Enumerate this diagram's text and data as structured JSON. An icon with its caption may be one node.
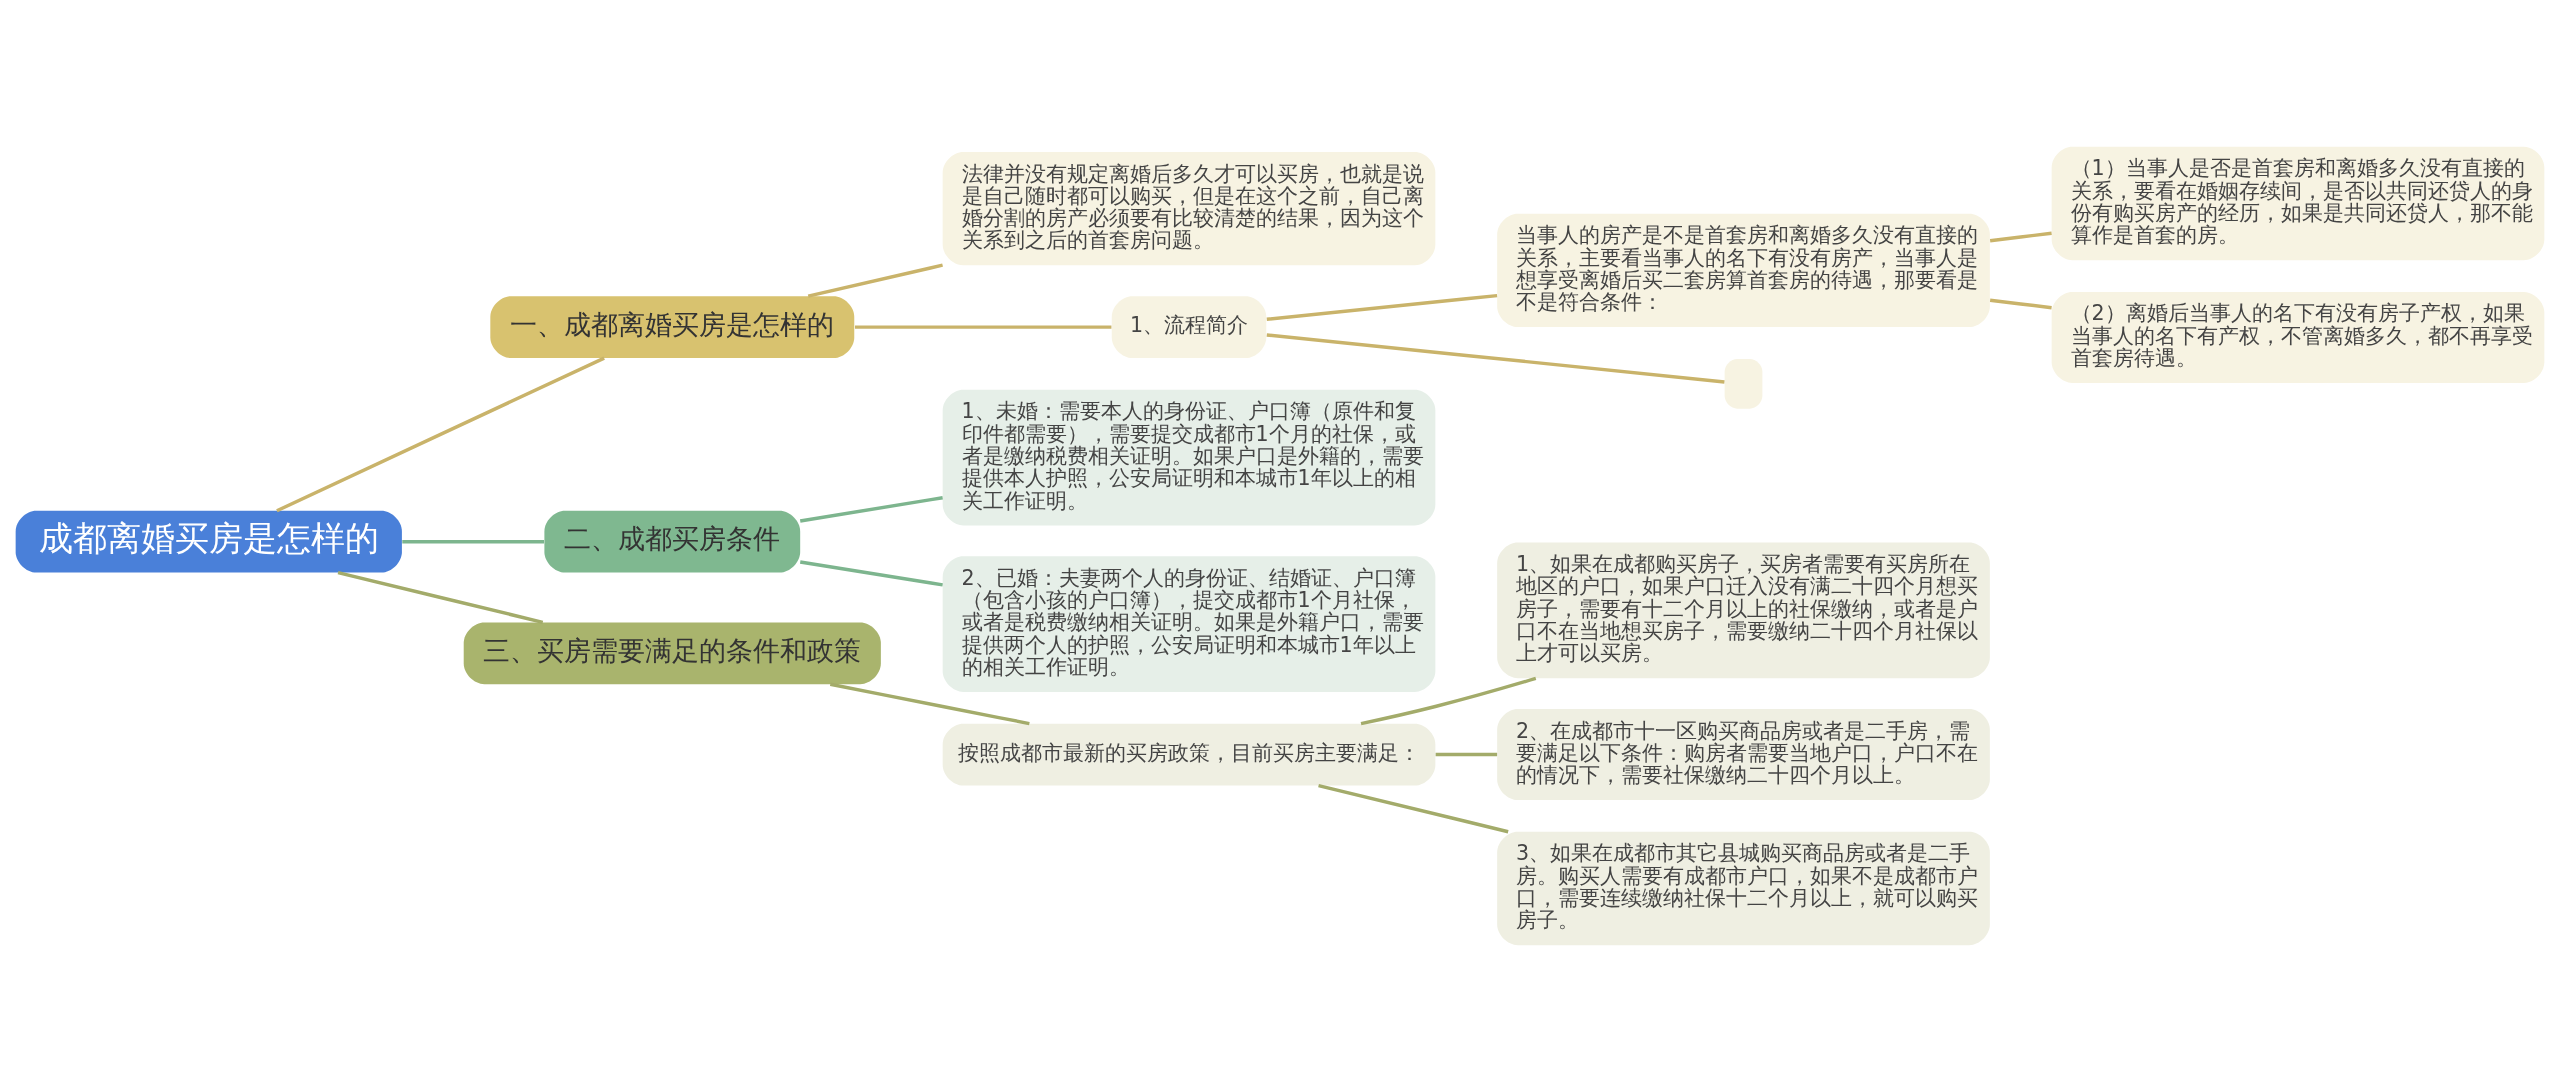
{
  "diagram": {
    "nodes": [
      {
        "text": [
          "成都离婚买房是怎样的"
        ]
      },
      {
        "text": [
          "一、成都离婚买房是怎样的"
        ]
      },
      {
        "text": [
          "法律并没有规定离婚后多久才可以买房，也就是说是自己随时都可以购买，但是在这个之前，自己离婚分割的房产必须要有比较清楚的结果，因为这个关系到之后的首套房问题。"
        ]
      },
      {
        "text": [
          "1、流程简介"
        ]
      },
      {
        "text": [
          "当事人的房产是不是首套房和离婚多久没有直接的关系，主要看当事人的名下有没有房产，当事人是想享受离婚后买二套房算首套房的待遇，那要看是不是符合条件："
        ]
      },
      {
        "text": [
          "（1）当事人是否是首套房和离婚多久没有直接的关系，要看在婚姻存续间，是否以共同还贷人的身份有购买房产的经历，如果是共同还贷人，那不能算作是首套的房。"
        ]
      },
      {
        "text": [
          "（2）离婚后当事人的名下有没有房子产权，如果当事人的名下有产权，不管离婚多久，都不再享受首套房待遇。"
        ]
      },
      {
        "text": [],
        "shape": "box"
      },
      {
        "text": [
          "二、成都买房条件"
        ]
      },
      {
        "text": [
          "1、未婚：需要本人的身份证、户口簿（原件和复印件都需要），需要提交成都市1个月的社保，或者是缴纳税费相关证明。如果户口是外籍的，需要提供本人护照，公安局证明和本城市1年以上的相关工作证明。"
        ]
      },
      {
        "text": [
          "2、已婚：夫妻两个人的身份证、结婚证、户口簿（包含小孩的户口簿），提交成都市1个月社保，或者是税费缴纳相关证明。如果是外籍户口，需要提供两个人的护照，公安局证明和本城市1年以上的相关工作证明。"
        ]
      },
      {
        "text": [
          "三、买房需要满足的条件和政策"
        ]
      },
      {
        "text": [
          "按照成都市最新的买房政策，目前买房主要满足："
        ]
      },
      {
        "text": [
          "1、如果在成都购买房子，买房者需要有买房所在地区的户口，如果户口迁入没有满二十四个月想买房子，需要有十二个月以上的社保缴纳，或者是户口不在当地想买房子，需要缴纳二十四个月社保以上才可以买房。"
        ]
      },
      {
        "text": [
          "2、在成都市十一区购买商品房或者是二手房，需要满足以下条件：购房者需要当地户口，户口不在的情况下，需要社保缴纳二十四个月以上。"
        ]
      },
      {
        "text": [
          "3、如果在成都市其它县城购买商品房或者是二手房。购买人需要有成都市户口，如果不是成都市户口，需要连续缴纳社保十二个月以上，就可以购买房子。"
        ]
      }
    ],
    "edges": [
      {
        "from": 0,
        "to": 1,
        "arrow": "none"
      },
      {
        "from": 1,
        "to": 2,
        "arrow": "none"
      },
      {
        "from": 1,
        "to": 3,
        "arrow": "none"
      },
      {
        "from": 3,
        "to": 4,
        "arrow": "none"
      },
      {
        "from": 4,
        "to": 5,
        "arrow": "none"
      },
      {
        "from": 4,
        "to": 6,
        "arrow": "none"
      },
      {
        "from": 3,
        "to": 7,
        "arrow": "none"
      },
      {
        "from": 0,
        "to": 8,
        "arrow": "none",
        "color": "#7db58e"
      },
      {
        "from": 8,
        "to": 9,
        "arrow": "none",
        "color": "#7db58e"
      },
      {
        "from": 8,
        "to": 10,
        "arrow": "none",
        "color": "#7db58e"
      },
      {
        "from": 0,
        "to": 11,
        "arrow": "none",
        "color": "#a3ab6a"
      },
      {
        "from": 11,
        "to": 12,
        "arrow": "none",
        "color": "#a3ab6a"
      },
      {
        "from": 12,
        "to": 13,
        "arrow": "none",
        "color": "#a3ab6a"
      },
      {
        "from": 12,
        "to": 14,
        "arrow": "none",
        "color": "#a3ab6a"
      },
      {
        "from": 12,
        "to": 15,
        "arrow": "none",
        "color": "#a3ab6a"
      }
    ]
  }
}
